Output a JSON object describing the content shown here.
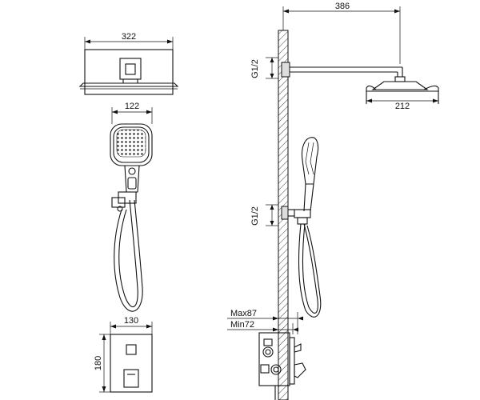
{
  "dimensions": {
    "shower_head_width_front": "322",
    "handheld_head_width": "122",
    "mixer_plate_width": "130",
    "mixer_plate_height": "180",
    "arm_length": "386",
    "rain_head_side_width": "212",
    "inlet_top": "G1/2",
    "inlet_bottom": "G1/2",
    "depth_max": "Max87",
    "depth_min": "Min72"
  }
}
